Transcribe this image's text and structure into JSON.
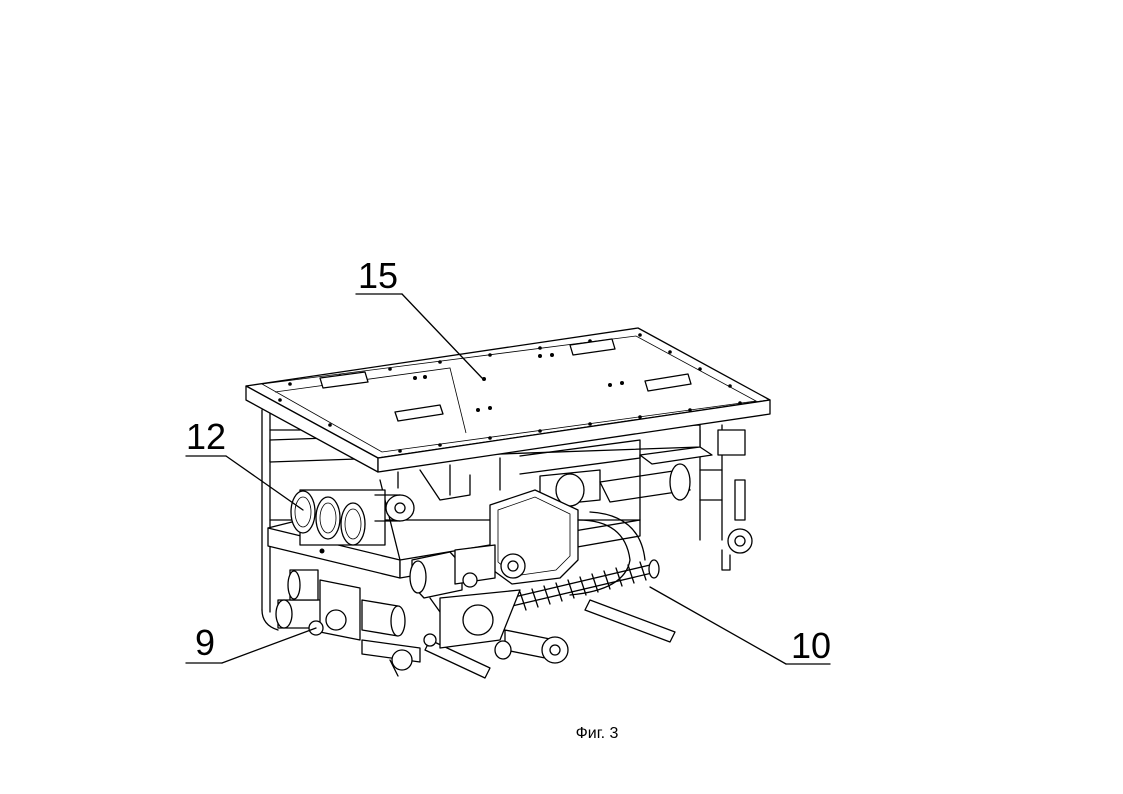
{
  "figure": {
    "caption": "Фиг. 3",
    "labels": {
      "n15": "15",
      "n12": "12",
      "n9": "9",
      "n10": "10"
    }
  }
}
